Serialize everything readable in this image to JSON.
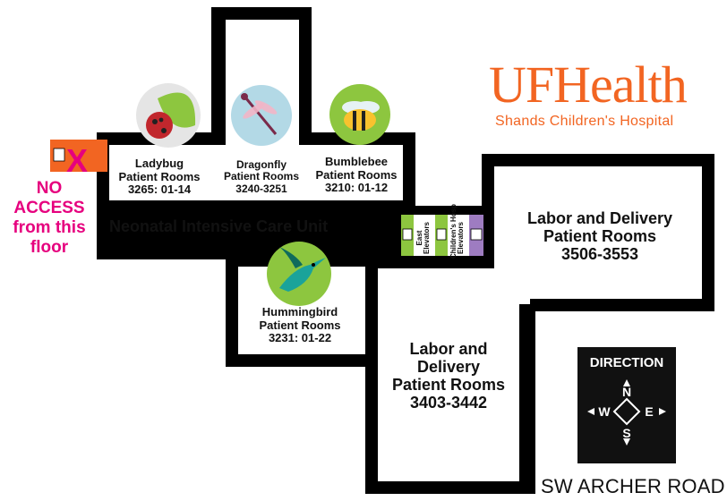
{
  "logo": {
    "brand": "UFHealth",
    "subtitle": "Shands Children's Hospital"
  },
  "warning": {
    "line1": "NO ACCESS",
    "line2": "from this",
    "line3": "floor"
  },
  "units": {
    "nicu": "Neonatal Intensive Care Unit"
  },
  "rooms": {
    "ladybug": {
      "name": "Ladybug",
      "label": "Patient Rooms",
      "range": "3265: 01-14",
      "icon": "ladybug-icon"
    },
    "dragonfly": {
      "name": "Dragonfly",
      "label": "Patient Rooms",
      "range": "3240-3251",
      "icon": "dragonfly-icon"
    },
    "bumblebee": {
      "name": "Bumblebee",
      "label": "Patient Rooms",
      "range": "3210: 01-12",
      "icon": "bumblebee-icon"
    },
    "hummingbird": {
      "name": "Hummingbird",
      "label": "Patient Rooms",
      "range": "3231: 01-22",
      "icon": "hummingbird-icon"
    },
    "labor_east": {
      "line1": "Labor and Delivery",
      "line2": "Patient Rooms",
      "range": "3506-3553"
    },
    "labor_south": {
      "line1": "Labor and",
      "line2": "Delivery",
      "line3": "Patient Rooms",
      "range": "3403-3442"
    }
  },
  "elevators": {
    "east_label_1": "East",
    "east_label_2": "Elevators",
    "childrens_label_1": "Children's Hosp",
    "childrens_label_2": "Elevators"
  },
  "compass": {
    "title": "DIRECTION",
    "north": "N",
    "south": "S",
    "east": "E",
    "west": "W"
  },
  "street": {
    "name": "SW ARCHER ROAD"
  },
  "colors": {
    "outline": "#000000",
    "corridor": "#ffffff",
    "accent_orange": "#f26522",
    "warning_pink": "#e6007e",
    "elevator_green": "#8dc63f",
    "elevator_purple": "#9e7cc1",
    "x_badge_orange": "#f26522"
  }
}
